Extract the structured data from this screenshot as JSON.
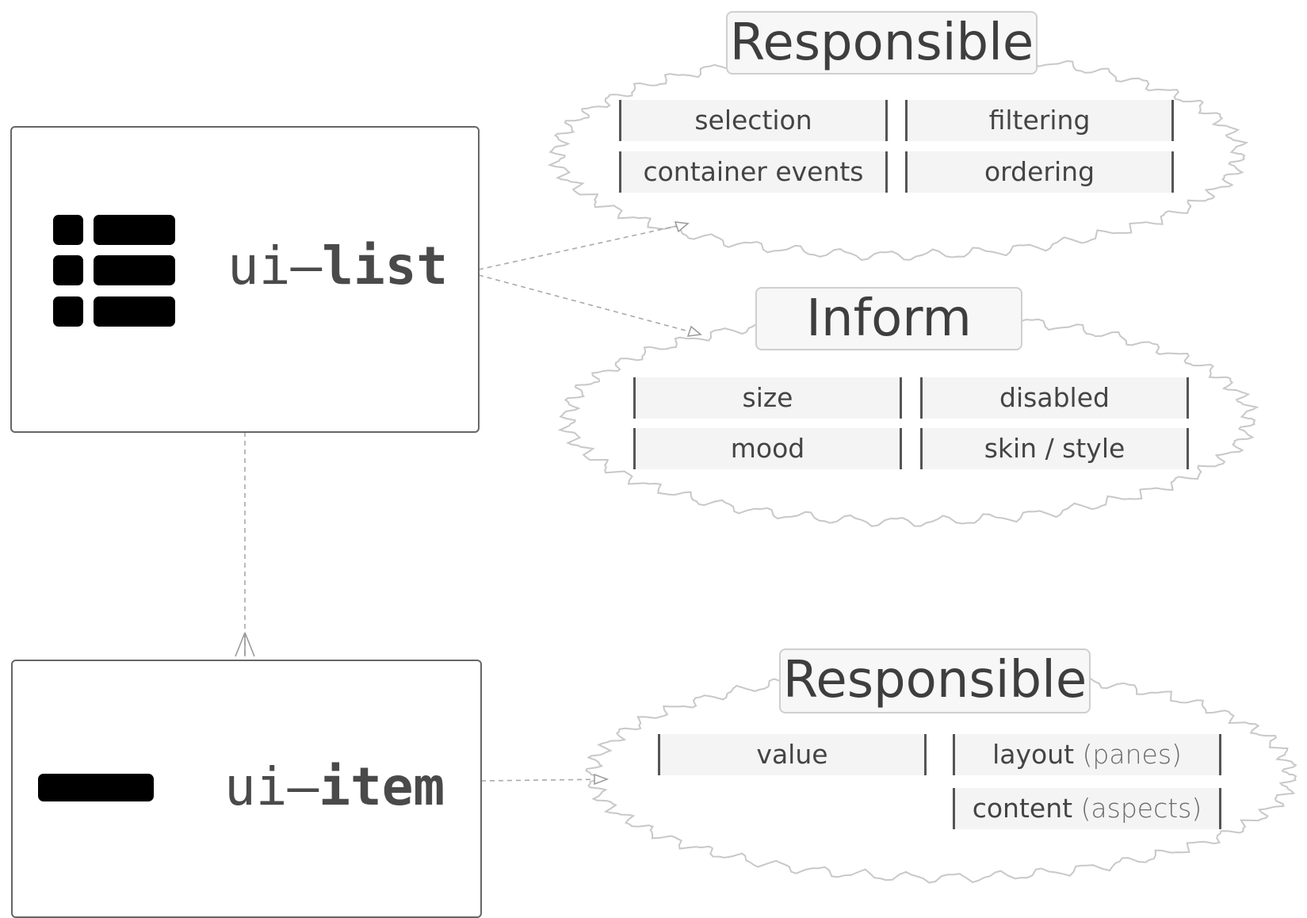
{
  "components": {
    "list": {
      "prefix": "ui–",
      "suffix": "list",
      "icon": "list-icon"
    },
    "item": {
      "prefix": "ui–",
      "suffix": "item",
      "icon": "item-bar-icon"
    }
  },
  "clouds": {
    "list_responsible": {
      "title": "Responsible",
      "cells": [
        "selection",
        "filtering",
        "container events",
        "ordering"
      ]
    },
    "list_inform": {
      "title": "Inform",
      "cells": [
        "size",
        "disabled",
        "mood",
        "skin / style"
      ]
    },
    "item_responsible": {
      "title": "Responsible",
      "cells": {
        "value": "value",
        "layout": {
          "main": "layout ",
          "paren": "(panes)"
        },
        "content": {
          "main": "content ",
          "paren": "(aspects)"
        }
      }
    }
  },
  "colors": {
    "box_border": "#666666",
    "text": "#444444",
    "cell_background": "#f4f4f4",
    "cloud_outline": "#c8c8c8",
    "connector": "#aaaaaa"
  }
}
